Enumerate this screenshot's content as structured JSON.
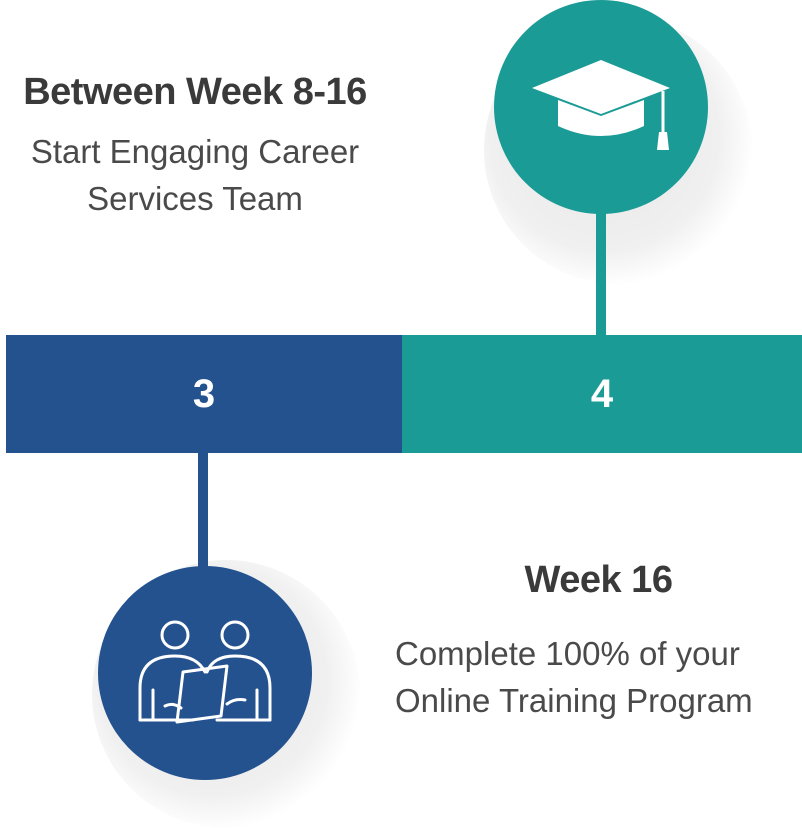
{
  "colors": {
    "step3": "#23528f",
    "step4": "#1b9b96",
    "heading_text": "#3a3a3a",
    "body_text": "#4a4a4a"
  },
  "steps": [
    {
      "number": "3",
      "heading": "Between Week 8-16",
      "description_lines": [
        "Start Engaging Career",
        "Services Team"
      ],
      "icon": "graduation-cap-icon"
    },
    {
      "number": "4",
      "heading": "Week 16",
      "description_lines": [
        "Complete 100% of your",
        "Online Training Program"
      ],
      "icon": "two-people-reviewing-document-icon"
    }
  ]
}
